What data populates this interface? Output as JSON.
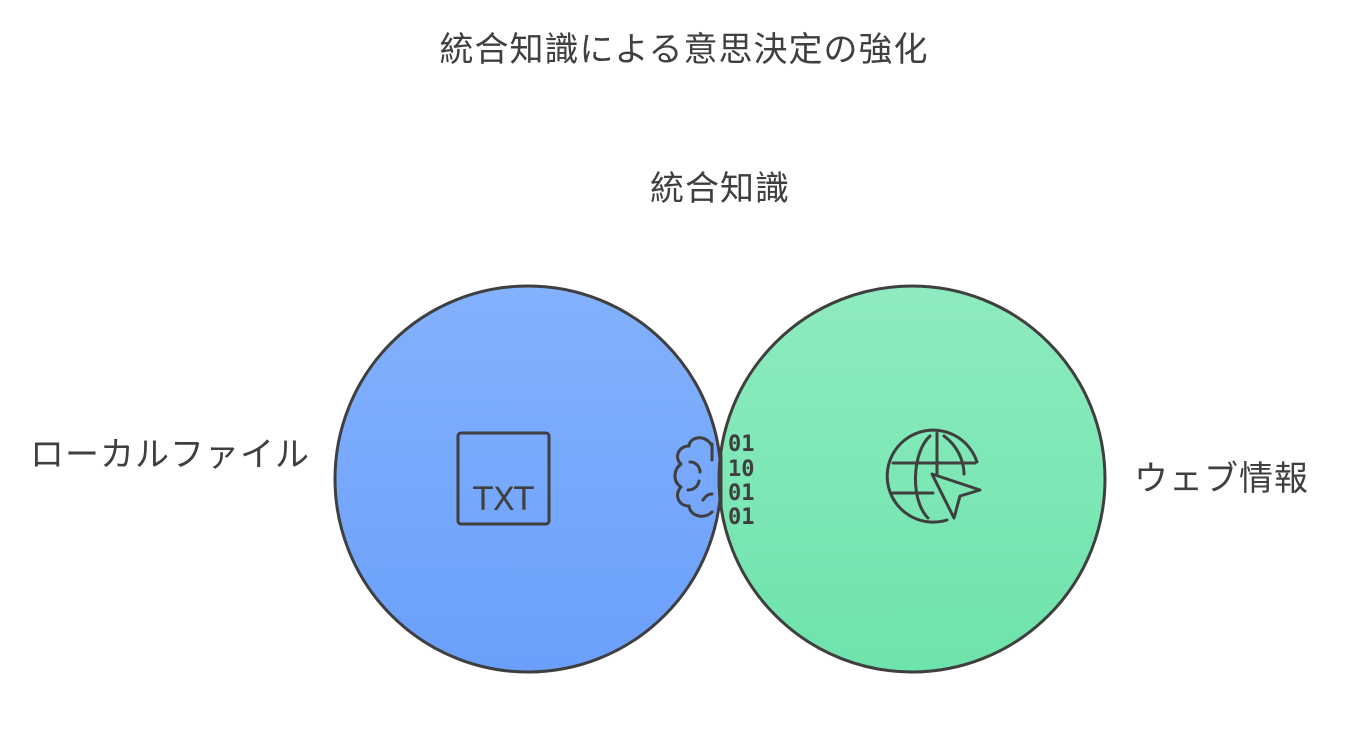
{
  "title": "統合知識による意思決定の強化",
  "sets": {
    "left": {
      "label": "ローカルファイル",
      "icon": "txt-file-icon",
      "color": "#79a8fb"
    },
    "right": {
      "label": "ウェブ情報",
      "icon": "globe-cursor-icon",
      "color": "#7ee8b4"
    },
    "intersection": {
      "label": "統合知識",
      "icon": "brain-binary-icon",
      "color": "#6dd7fc"
    }
  },
  "icon_text": {
    "txt": "TXT",
    "binary_rows": [
      "01",
      "10",
      "01",
      "01"
    ]
  }
}
